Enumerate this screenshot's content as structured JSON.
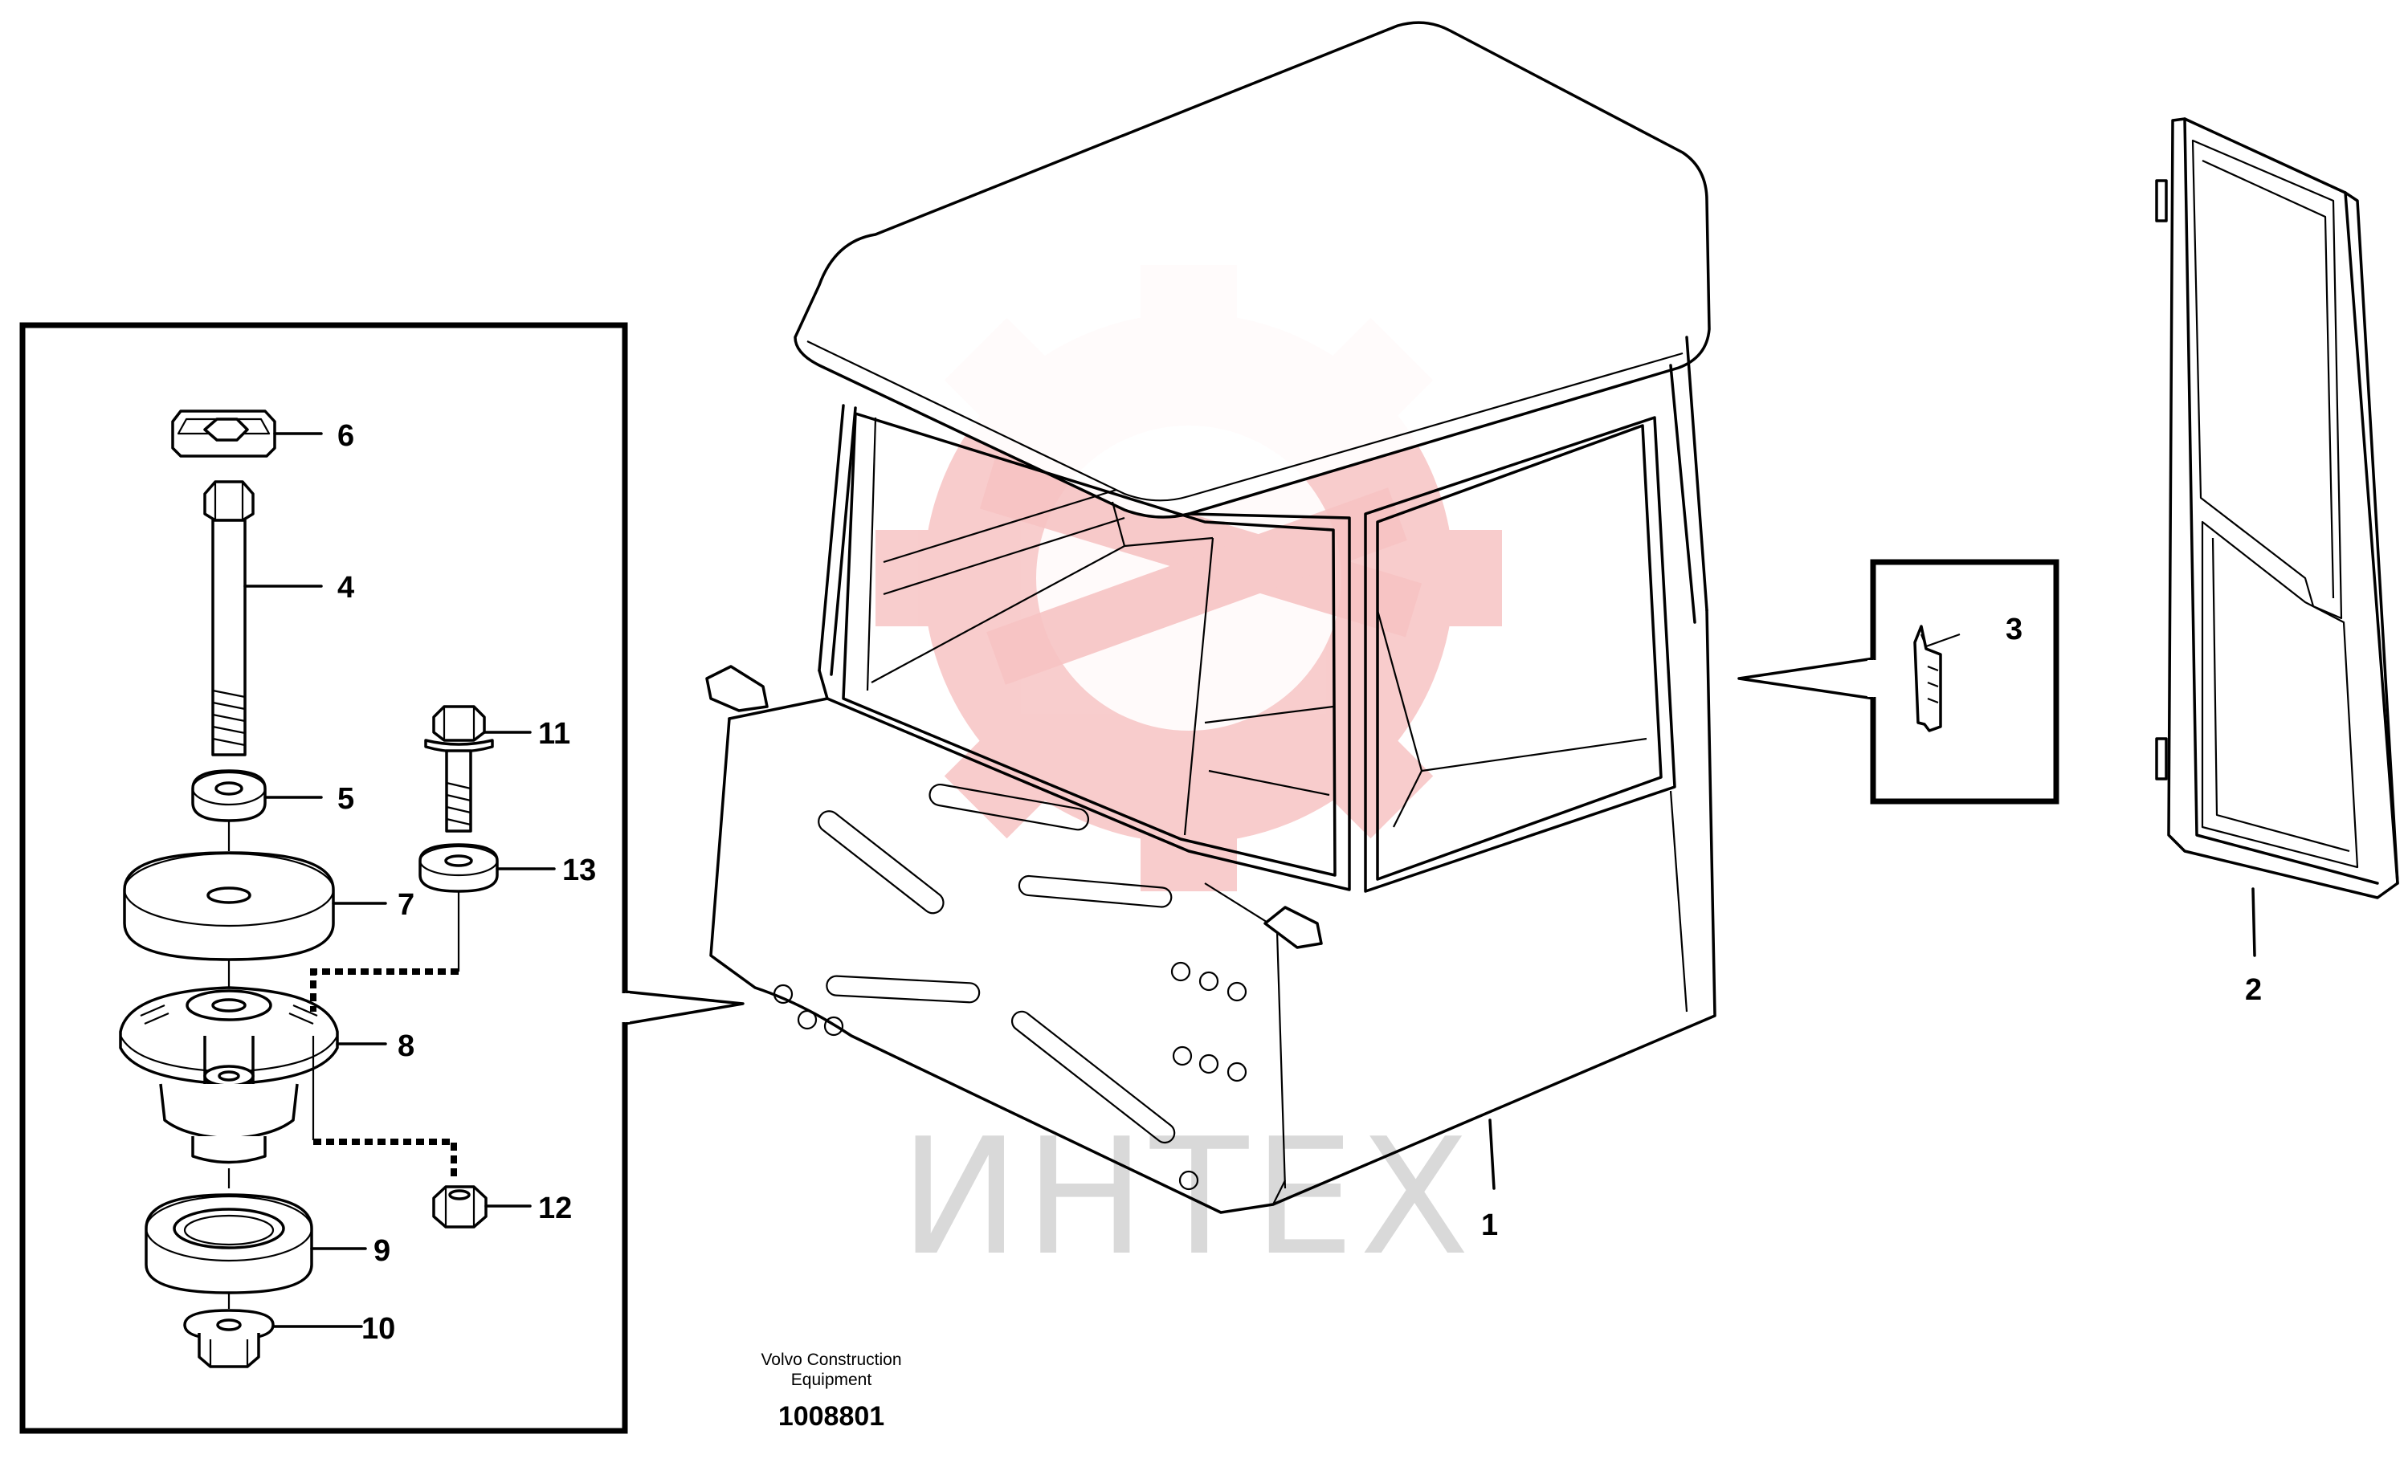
{
  "watermark": {
    "text": "ИНТЕХ",
    "color": "#f4a8a8",
    "icon": "gear-logo-watermark"
  },
  "callouts": [
    {
      "id": "1",
      "label": "1"
    },
    {
      "id": "2",
      "label": "2"
    },
    {
      "id": "3",
      "label": "3"
    },
    {
      "id": "4",
      "label": "4"
    },
    {
      "id": "5",
      "label": "5"
    },
    {
      "id": "6",
      "label": "6"
    },
    {
      "id": "7",
      "label": "7"
    },
    {
      "id": "8",
      "label": "8"
    },
    {
      "id": "9",
      "label": "9"
    },
    {
      "id": "10",
      "label": "10"
    },
    {
      "id": "11",
      "label": "11"
    },
    {
      "id": "12",
      "label": "12"
    },
    {
      "id": "13",
      "label": "13"
    }
  ],
  "footer": {
    "company_line1": "Volvo Construction",
    "company_line2": "Equipment",
    "document_number": "1008801"
  }
}
